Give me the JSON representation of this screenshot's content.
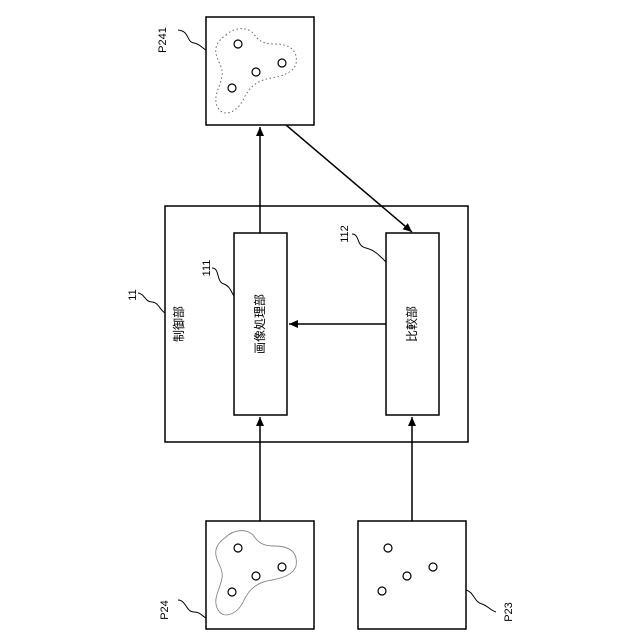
{
  "control_unit": {
    "ref": "11",
    "label": "制御部"
  },
  "image_processing_unit": {
    "ref": "111",
    "label": "画像処理部"
  },
  "comparison_unit": {
    "ref": "112",
    "label": "比較部"
  },
  "images": {
    "p241": {
      "ref": "P241"
    },
    "p24": {
      "ref": "P24"
    },
    "p23": {
      "ref": "P23"
    }
  }
}
